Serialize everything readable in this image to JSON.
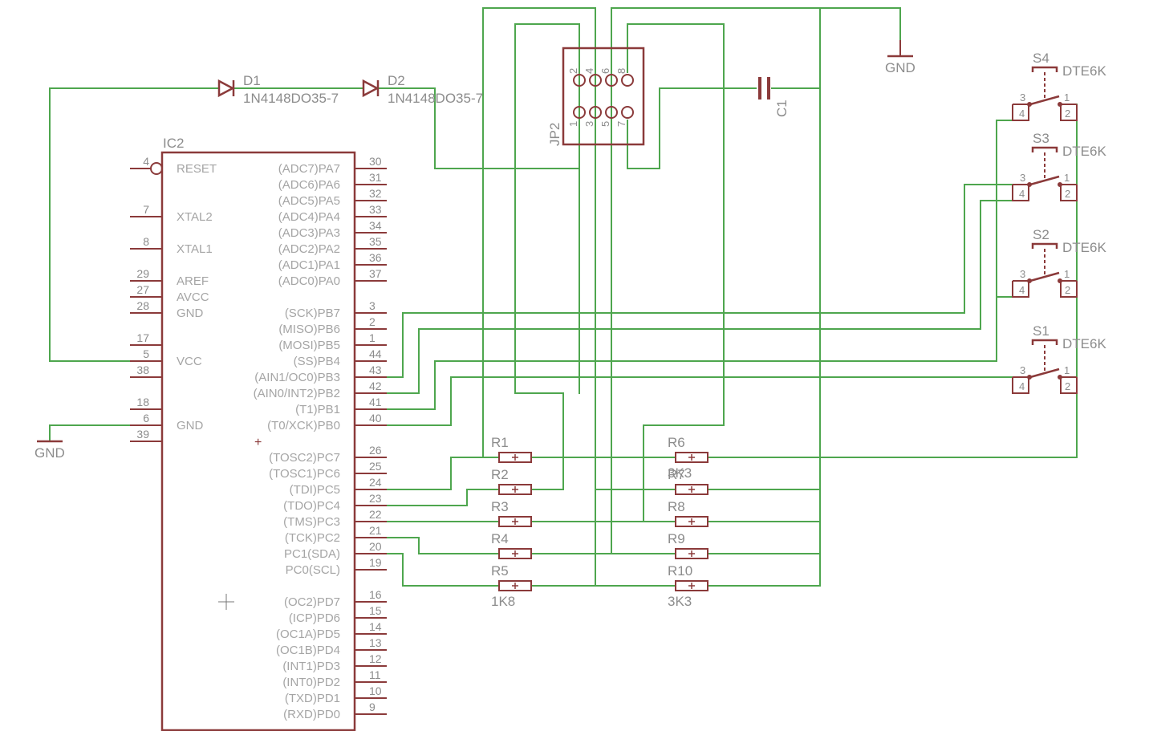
{
  "ic2": {
    "name": "IC2",
    "left_pins": [
      {
        "num": "4",
        "label": "RESET"
      },
      {
        "num": "7",
        "label": "XTAL2"
      },
      {
        "num": "8",
        "label": "XTAL1"
      },
      {
        "num": "29",
        "label": "AREF"
      },
      {
        "num": "27",
        "label": "AVCC"
      },
      {
        "num": "28",
        "label": "GND"
      },
      {
        "num": "17",
        "label": ""
      },
      {
        "num": "5",
        "label": "VCC"
      },
      {
        "num": "38",
        "label": ""
      },
      {
        "num": "18",
        "label": ""
      },
      {
        "num": "6",
        "label": "GND"
      },
      {
        "num": "39",
        "label": ""
      }
    ],
    "right_pins": [
      {
        "num": "30",
        "label": "(ADC7)PA7"
      },
      {
        "num": "31",
        "label": "(ADC6)PA6"
      },
      {
        "num": "32",
        "label": "(ADC5)PA5"
      },
      {
        "num": "33",
        "label": "(ADC4)PA4"
      },
      {
        "num": "34",
        "label": "(ADC3)PA3"
      },
      {
        "num": "35",
        "label": "(ADC2)PA2"
      },
      {
        "num": "36",
        "label": "(ADC1)PA1"
      },
      {
        "num": "37",
        "label": "(ADC0)PA0"
      },
      {
        "num": "3",
        "label": "(SCK)PB7"
      },
      {
        "num": "2",
        "label": "(MISO)PB6"
      },
      {
        "num": "1",
        "label": "(MOSI)PB5"
      },
      {
        "num": "44",
        "label": "(SS)PB4"
      },
      {
        "num": "43",
        "label": "(AIN1/OC0)PB3"
      },
      {
        "num": "42",
        "label": "(AIN0/INT2)PB2"
      },
      {
        "num": "41",
        "label": "(T1)PB1"
      },
      {
        "num": "40",
        "label": "(T0/XCK)PB0"
      },
      {
        "num": "26",
        "label": "(TOSC2)PC7"
      },
      {
        "num": "25",
        "label": "(TOSC1)PC6"
      },
      {
        "num": "24",
        "label": "(TDI)PC5"
      },
      {
        "num": "23",
        "label": "(TDO)PC4"
      },
      {
        "num": "22",
        "label": "(TMS)PC3"
      },
      {
        "num": "21",
        "label": "(TCK)PC2"
      },
      {
        "num": "20",
        "label": "PC1(SDA)"
      },
      {
        "num": "19",
        "label": "PC0(SCL)"
      },
      {
        "num": "16",
        "label": "(OC2)PD7"
      },
      {
        "num": "15",
        "label": "(ICP)PD6"
      },
      {
        "num": "14",
        "label": "(OC1A)PD5"
      },
      {
        "num": "13",
        "label": "(OC1B)PD4"
      },
      {
        "num": "12",
        "label": "(INT1)PD3"
      },
      {
        "num": "11",
        "label": "(INT0)PD2"
      },
      {
        "num": "10",
        "label": "(TXD)PD1"
      },
      {
        "num": "9",
        "label": "(RXD)PD0"
      }
    ]
  },
  "diodes": [
    {
      "name": "D1",
      "value": "1N4148DO35-7"
    },
    {
      "name": "D2",
      "value": "1N4148DO35-7"
    }
  ],
  "connector": {
    "name": "JP2",
    "top_pins": [
      "2",
      "4",
      "6",
      "8"
    ],
    "bottom_pins": [
      "1",
      "3",
      "5",
      "7"
    ]
  },
  "capacitor": {
    "name": "C1"
  },
  "grounds": [
    {
      "label": "GND"
    },
    {
      "label": "GND"
    }
  ],
  "resistors_left": {
    "names": [
      "R1",
      "R2",
      "R3",
      "R4",
      "R5"
    ],
    "value": "1K8"
  },
  "resistors_right": {
    "names": [
      "R6",
      "R7",
      "R8",
      "R9",
      "R10"
    ],
    "value": "3K3",
    "r6_overlap_value": "3K3"
  },
  "switches": [
    {
      "name": "S4",
      "value": "DTE6K"
    },
    {
      "name": "S3",
      "value": "DTE6K"
    },
    {
      "name": "S2",
      "value": "DTE6K"
    },
    {
      "name": "S1",
      "value": "DTE6K"
    }
  ],
  "switch_pins": {
    "p1": "1",
    "p2": "2",
    "p3": "3",
    "p4": "4"
  },
  "colors": {
    "wire": "#4ea64e",
    "component": "#8b3a3a",
    "label": "#8c8c8c"
  }
}
